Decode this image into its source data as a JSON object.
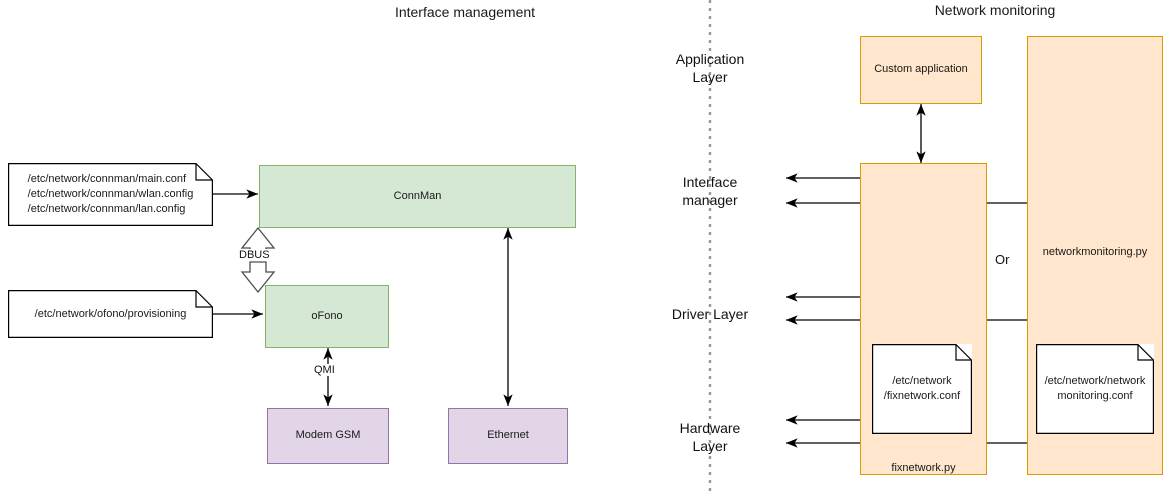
{
  "diagram": {
    "left_panel": {
      "title": "Interface management",
      "nodes": {
        "connman": "ConnMan",
        "ofono": "oFono",
        "modem": "Modem GSM",
        "ethernet": "Ethernet"
      },
      "notes": {
        "connman_conf": "/etc/network/connman/main.conf\n/etc/network/connman/wlan.config\n/etc/network/connman/lan.config",
        "ofono_conf": "/etc/network/ofono/provisioning"
      },
      "edge_labels": {
        "dbus": "DBUS",
        "qmi": "QMI"
      }
    },
    "right_panel": {
      "title": "Network monitoring",
      "layers": [
        "Application\nLayer",
        "Interface\nmanager",
        "Driver Layer",
        "Hardware\nLayer"
      ],
      "nodes": {
        "custom_application": "Custom application",
        "fixnetwork": "fixnetwork.py",
        "networkmonitoring": "networkmonitoring.py"
      },
      "notes": {
        "fixnetwork_conf": "/etc/network\n/fixnetwork.conf",
        "networkmonitoring_conf": "/etc/network/network\nmonitoring.conf"
      },
      "or_label": "Or"
    }
  },
  "colors": {
    "green_fill": "#d5e8d4",
    "green_stroke": "#82b366",
    "purple_fill": "#e1d5e7",
    "purple_stroke": "#9673a6",
    "orange_fill": "#ffe6cc",
    "orange_stroke": "#d79b00",
    "arrow": "#000000",
    "divider": "#999999"
  }
}
